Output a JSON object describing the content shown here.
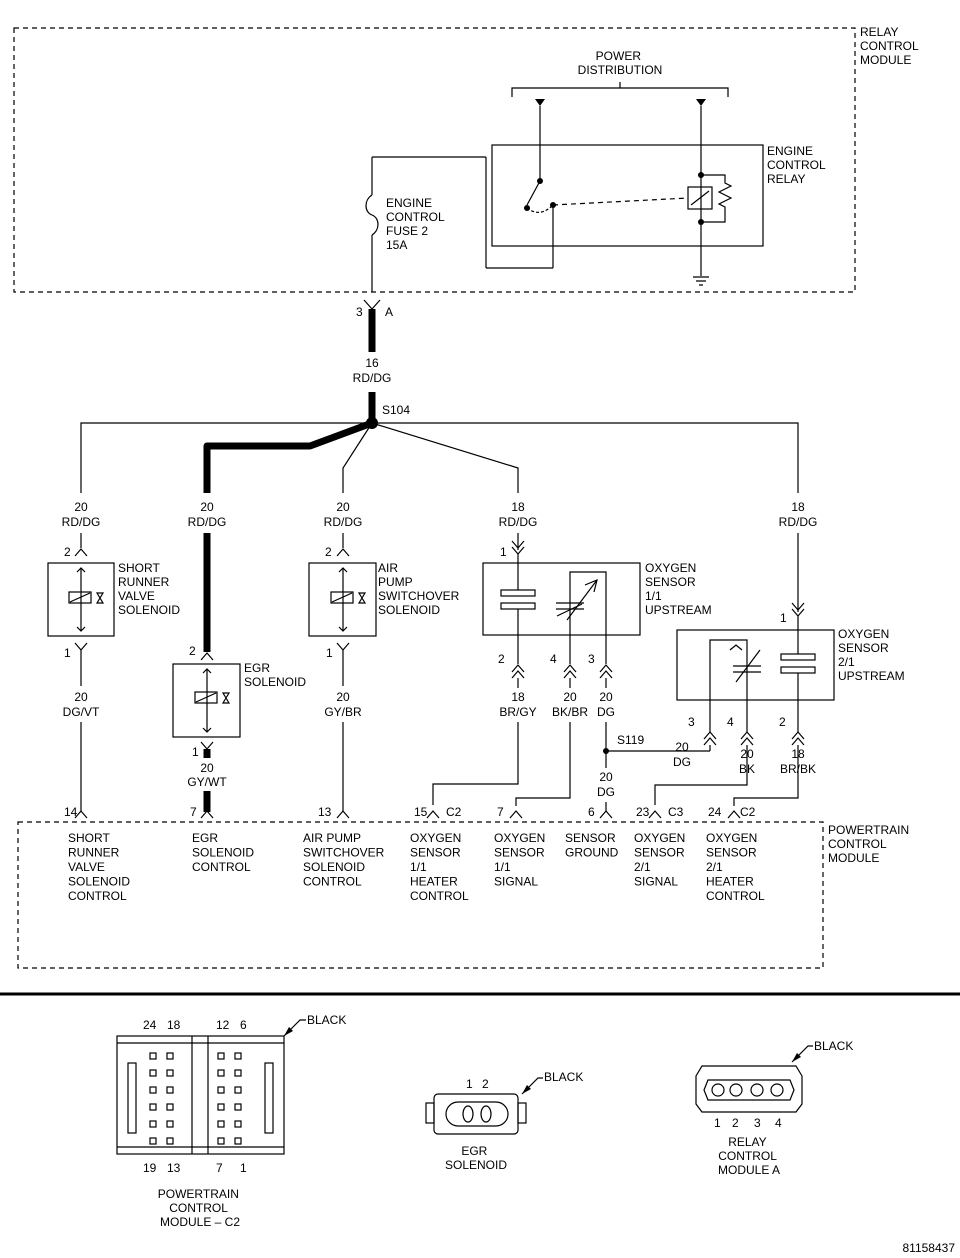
{
  "modules": {
    "relay_control": [
      "RELAY",
      "CONTROL",
      "MODULE"
    ],
    "powertrain_control": [
      "POWERTRAIN",
      "CONTROL",
      "MODULE"
    ]
  },
  "power_distribution": [
    "POWER",
    "DISTRIBUTION"
  ],
  "engine_control_relay": [
    "ENGINE",
    "CONTROL",
    "RELAY"
  ],
  "fuse": [
    "ENGINE",
    "CONTROL",
    "FUSE 2",
    "15A"
  ],
  "relay_connector": {
    "pin": "3",
    "cavity": "A"
  },
  "main_wire": {
    "gauge": "16",
    "color": "RD/DG"
  },
  "splices": {
    "s104": "S104",
    "s119": "S119"
  },
  "components": {
    "short_runner": [
      "SHORT",
      "RUNNER",
      "VALVE",
      "SOLENOID"
    ],
    "egr": [
      "EGR",
      "SOLENOID"
    ],
    "air_pump": [
      "AIR",
      "PUMP",
      "SWITCHOVER",
      "SOLENOID"
    ],
    "o2_11": [
      "OXYGEN",
      "SENSOR",
      "1/1",
      "UPSTREAM"
    ],
    "o2_21": [
      "OXYGEN",
      "SENSOR",
      "2/1",
      "UPSTREAM"
    ]
  },
  "wires": {
    "sr_top": {
      "gauge": "20",
      "color": "RD/DG",
      "pin": "2"
    },
    "sr_bottom": {
      "gauge": "20",
      "color": "DG/VT",
      "pin": "1"
    },
    "egr_top": {
      "gauge": "20",
      "color": "RD/DG",
      "pin": "2"
    },
    "egr_bottom": {
      "gauge": "20",
      "color": "GY/WT",
      "pin": "1"
    },
    "ap_top": {
      "gauge": "20",
      "color": "RD/DG",
      "pin": "2"
    },
    "ap_bottom": {
      "gauge": "20",
      "color": "GY/BR",
      "pin": "1"
    },
    "o211_top": {
      "gauge": "18",
      "color": "RD/DG",
      "pin": "1"
    },
    "o211_p2": {
      "gauge": "18",
      "color": "BR/GY",
      "pin": "2"
    },
    "o211_p4": {
      "gauge": "20",
      "color": "BK/BR",
      "pin": "4"
    },
    "o211_p3": {
      "gauge": "20",
      "color": "DG",
      "pin": "3"
    },
    "s119_down": {
      "gauge": "20",
      "color": "DG"
    },
    "o221_top": {
      "gauge": "18",
      "color": "RD/DG",
      "pin": "1"
    },
    "o221_p3": {
      "gauge": "20",
      "color": "DG",
      "pin": "3"
    },
    "o221_p4": {
      "gauge": "20",
      "color": "BK",
      "pin": "4"
    },
    "o221_p2": {
      "gauge": "18",
      "color": "BR/BK",
      "pin": "2"
    }
  },
  "pcm_pins": [
    {
      "pin": "14",
      "conn": "",
      "label": [
        "SHORT",
        "RUNNER",
        "VALVE",
        "SOLENOID",
        "CONTROL"
      ]
    },
    {
      "pin": "7",
      "conn": "",
      "label": [
        "EGR",
        "SOLENOID",
        "CONTROL"
      ]
    },
    {
      "pin": "13",
      "conn": "",
      "label": [
        "AIR PUMP",
        "SWITCHOVER",
        "SOLENOID",
        "CONTROL"
      ]
    },
    {
      "pin": "15",
      "conn": "C2",
      "label": [
        "OXYGEN",
        "SENSOR",
        "1/1",
        "HEATER",
        "CONTROL"
      ]
    },
    {
      "pin": "7",
      "conn": "",
      "label": [
        "OXYGEN",
        "SENSOR",
        "1/1",
        "SIGNAL"
      ]
    },
    {
      "pin": "6",
      "conn": "",
      "label": [
        "SENSOR",
        "GROUND"
      ]
    },
    {
      "pin": "23",
      "conn": "C3",
      "label": [
        "OXYGEN",
        "SENSOR",
        "2/1",
        "SIGNAL"
      ]
    },
    {
      "pin": "24",
      "conn": "C2",
      "label": [
        "OXYGEN",
        "SENSOR",
        "2/1",
        "HEATER",
        "CONTROL"
      ]
    }
  ],
  "connector_views": {
    "pcm": {
      "top_pins": [
        "24",
        "18",
        "12",
        "6"
      ],
      "bottom_pins": [
        "19",
        "13",
        "7",
        "1"
      ],
      "color": "BLACK",
      "name": [
        "POWERTRAIN",
        "CONTROL",
        "MODULE – C2"
      ]
    },
    "egr": {
      "pins": [
        "1",
        "2"
      ],
      "color": "BLACK",
      "name": [
        "EGR",
        "SOLENOID"
      ]
    },
    "relay": {
      "pins": [
        "1",
        "2",
        "3",
        "4"
      ],
      "color": "BLACK",
      "name": [
        "RELAY",
        "CONTROL",
        "MODULE A"
      ]
    }
  },
  "figure_id": "81158437"
}
